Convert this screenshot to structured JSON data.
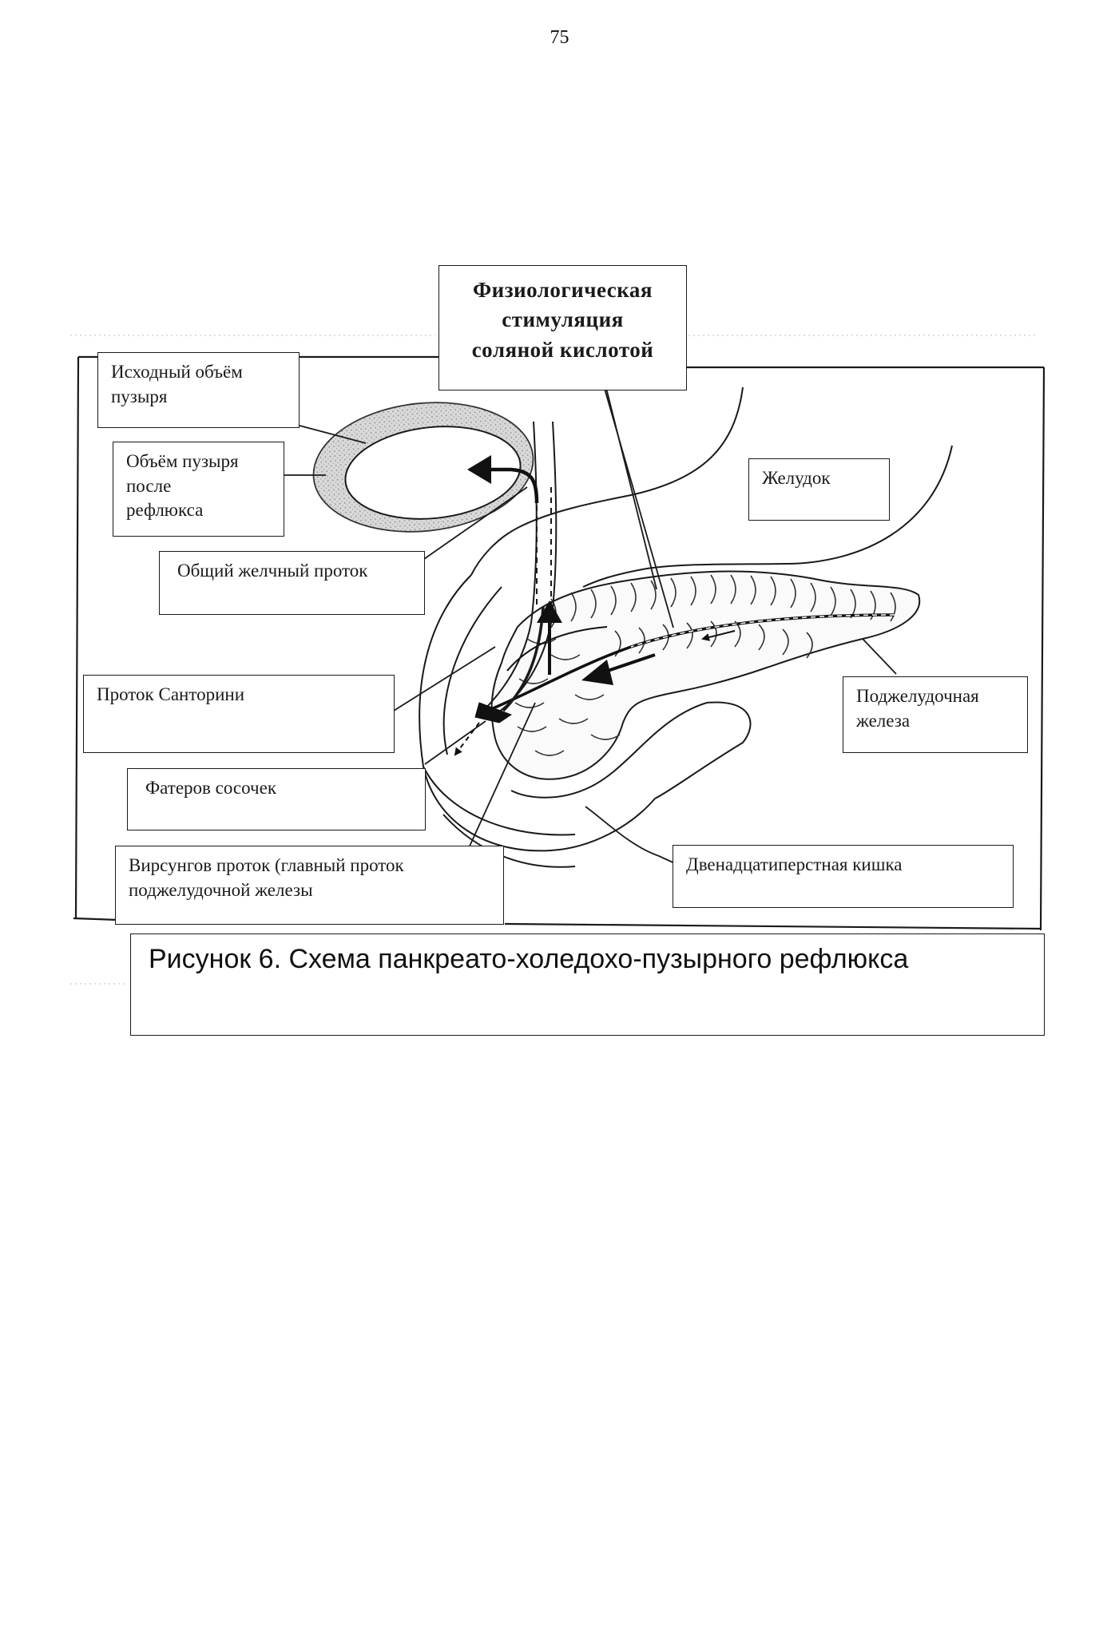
{
  "page_number": "75",
  "labels": {
    "stimulation": "Физиологическая\nстимуляция\nсоляной кислотой",
    "initial_volume": "Исходный объём\nпузыря",
    "volume_after": "Объём пузыря\nпосле\nрефлюкса",
    "common_bile_duct": "Общий желчный проток",
    "santorini_duct": "Проток Санторини",
    "vater_papilla": "Фатеров сосочек",
    "wirsung_duct": "Вирсунгов проток (главный проток\nподжелудочной железы",
    "stomach": "Желудок",
    "pancreas": "Поджелудочная\nжелеза",
    "duodenum": "Двенадцатиперстная кишка"
  },
  "caption": "Рисунок 6. Схема панкреато-холедохо-пузырного рефлюкса"
}
